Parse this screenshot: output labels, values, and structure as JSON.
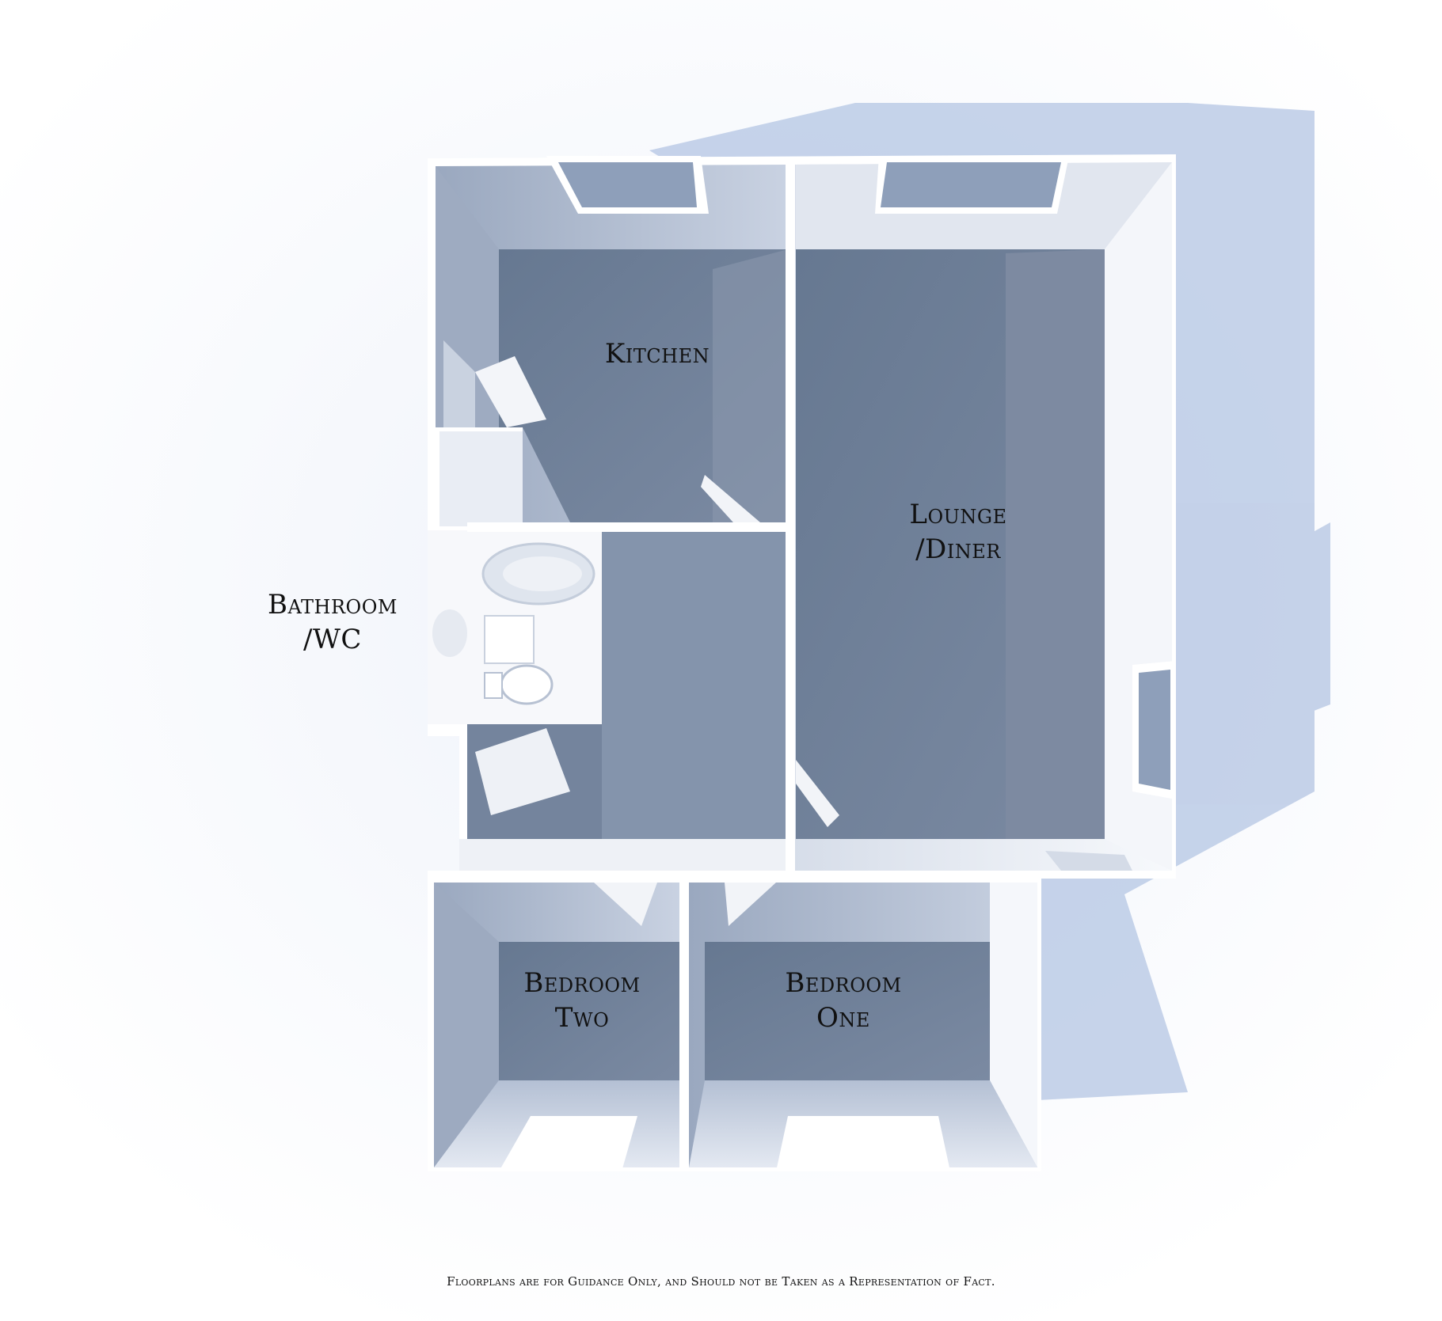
{
  "floorplan": {
    "rooms": {
      "kitchen": {
        "line1": "Kitchen"
      },
      "lounge_diner": {
        "line1": "Lounge",
        "line2": "/Diner"
      },
      "bathroom_wc": {
        "line1": "Bathroom",
        "line2": "/WC"
      },
      "bedroom_two": {
        "line1": "Bedroom",
        "line2": "Two"
      },
      "bedroom_one": {
        "line1": "Bedroom",
        "line2": "One"
      }
    },
    "disclaimer": "Floorplans are for Guidance Only, and Should not be Taken as a Representation of Fact."
  },
  "colors": {
    "floor": "#6f8098",
    "floor_dark": "#5d6c84",
    "wall": "#ffffff",
    "wall_shade": "#d9dfea",
    "shadow": "#b9c8e4",
    "glass": "#9fb0c8"
  }
}
